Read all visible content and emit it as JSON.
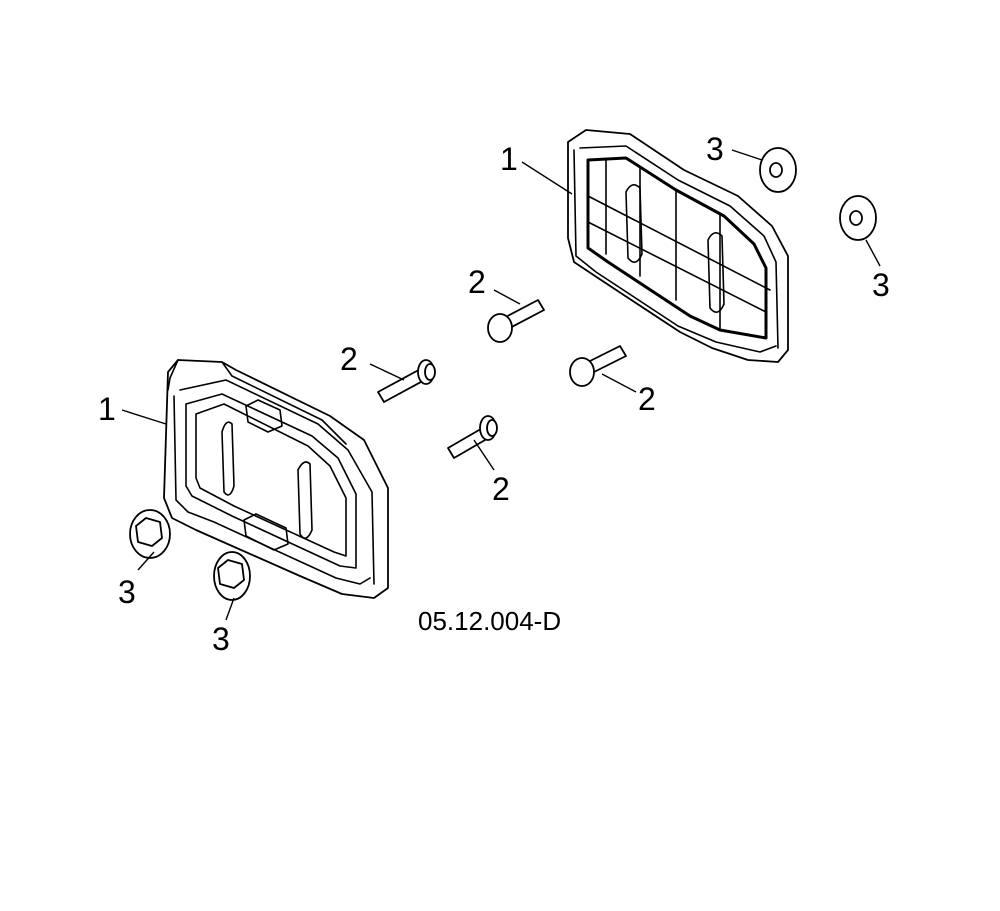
{
  "figure_id": "05.12.004-D",
  "callouts": {
    "c1": "1",
    "c2": "1",
    "c3": "2",
    "c4": "2",
    "c5": "2",
    "c6": "2",
    "c7": "3",
    "c8": "3",
    "c9": "3",
    "c10": "3"
  }
}
